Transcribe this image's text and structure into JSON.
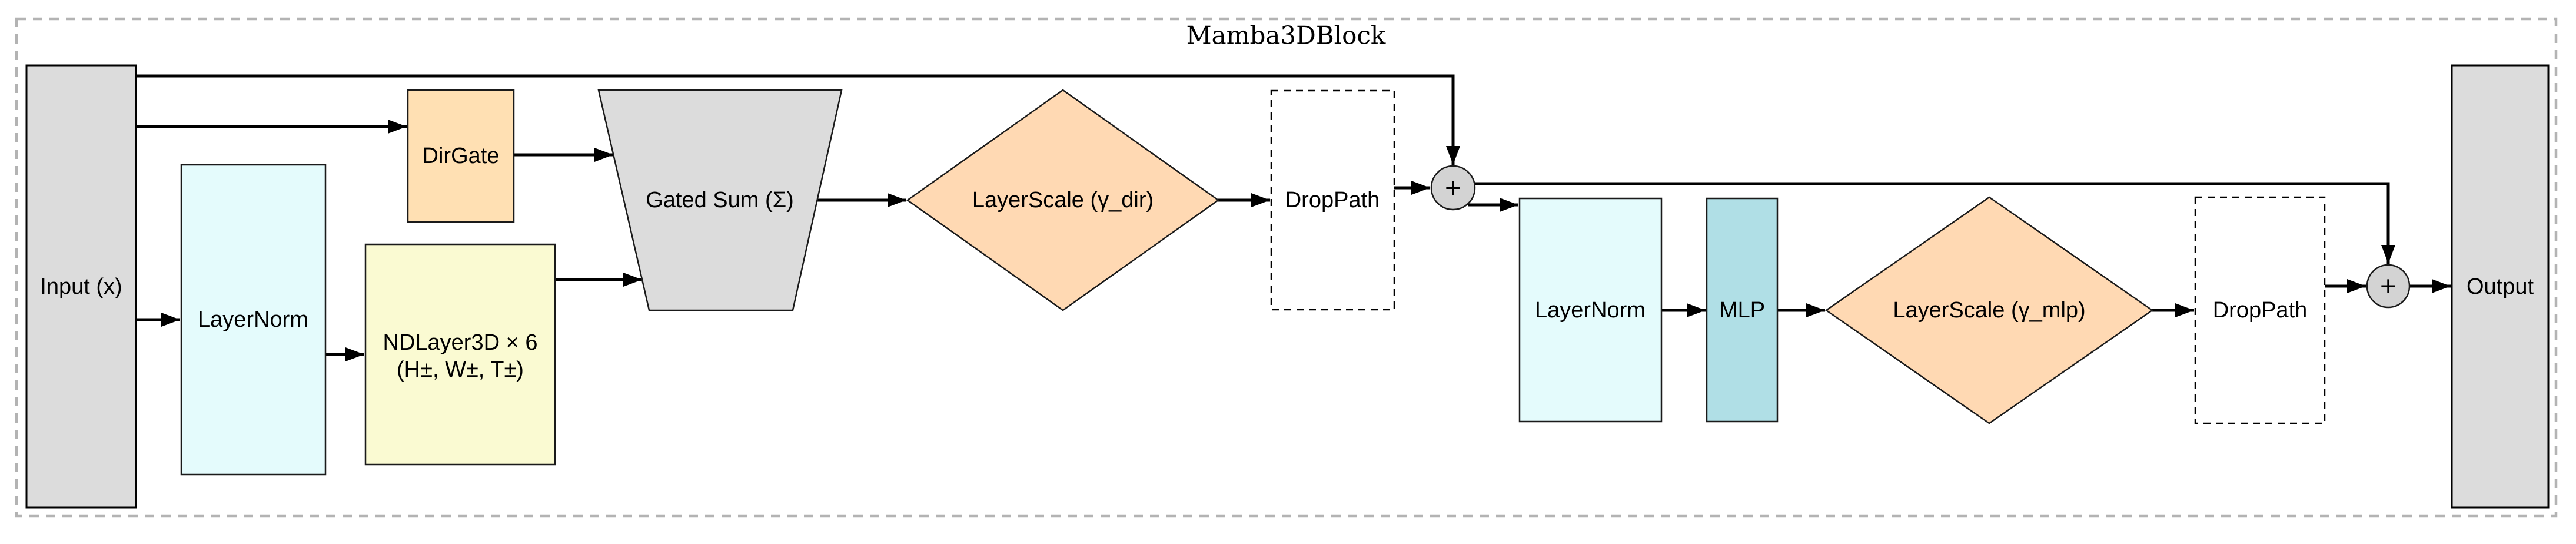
{
  "diagram": {
    "title": "Mamba3DBlock",
    "kind": "neural-network-block-flow"
  },
  "colors": {
    "background": "#ffffff",
    "cluster_border": "#b3b3b3",
    "edge": "#000000",
    "io_gray": "#dcdcdc",
    "sum_circle_gray": "#d3d3d3",
    "trapezoid_gray": "#dcdcdc",
    "layernorm_cyan": "#e4fbfc",
    "mlp_blue": "#b0dfe6",
    "dirgate_orange": "#ffe0b3",
    "layerscale_peach": "#ffd9b3",
    "ndlayer_yellow": "#fafad2"
  },
  "nodes": {
    "input": {
      "label": "Input (x)",
      "shape": "rect",
      "fill": "#dcdcdc"
    },
    "layernorm1": {
      "label": "LayerNorm",
      "shape": "rect",
      "fill": "#e4fbfc"
    },
    "dirgate": {
      "label": "DirGate",
      "shape": "rect",
      "fill": "#ffe0b3"
    },
    "ndlayer3d": {
      "label_line1": "NDLayer3D × 6",
      "label_line2": "(H±, W±, T±)",
      "shape": "rect",
      "fill": "#fafad2"
    },
    "gated_sum": {
      "label": "Gated Sum (Σ)",
      "shape": "trapezoid",
      "fill": "#dcdcdc"
    },
    "layerscale_dir": {
      "label": "LayerScale (γ_dir)",
      "shape": "diamond",
      "fill": "#ffd9b3"
    },
    "droppath1": {
      "label": "DropPath",
      "shape": "dashed-rect",
      "fill": "none"
    },
    "add1": {
      "label": "+",
      "shape": "circle",
      "fill": "#d3d3d3"
    },
    "layernorm2": {
      "label": "LayerNorm",
      "shape": "rect",
      "fill": "#e4fbfc"
    },
    "mlp": {
      "label": "MLP",
      "shape": "rect",
      "fill": "#b0dfe6"
    },
    "layerscale_mlp": {
      "label": "LayerScale (γ_mlp)",
      "shape": "diamond",
      "fill": "#ffd9b3"
    },
    "droppath2": {
      "label": "DropPath",
      "shape": "dashed-rect",
      "fill": "none"
    },
    "add2": {
      "label": "+",
      "shape": "circle",
      "fill": "#d3d3d3"
    },
    "output": {
      "label": "Output",
      "shape": "rect",
      "fill": "#dcdcdc"
    }
  },
  "edges": [
    {
      "from": "input",
      "to": "add1",
      "type": "residual"
    },
    {
      "from": "input",
      "to": "dirgate",
      "type": "flow"
    },
    {
      "from": "input",
      "to": "layernorm1",
      "type": "flow"
    },
    {
      "from": "layernorm1",
      "to": "ndlayer3d",
      "type": "flow"
    },
    {
      "from": "dirgate",
      "to": "gated_sum",
      "type": "flow"
    },
    {
      "from": "ndlayer3d",
      "to": "gated_sum",
      "type": "flow"
    },
    {
      "from": "gated_sum",
      "to": "layerscale_dir",
      "type": "flow"
    },
    {
      "from": "layerscale_dir",
      "to": "droppath1",
      "type": "flow"
    },
    {
      "from": "droppath1",
      "to": "add1",
      "type": "flow"
    },
    {
      "from": "add1",
      "to": "layernorm2",
      "type": "flow"
    },
    {
      "from": "add1",
      "to": "add2",
      "type": "residual"
    },
    {
      "from": "layernorm2",
      "to": "mlp",
      "type": "flow"
    },
    {
      "from": "mlp",
      "to": "layerscale_mlp",
      "type": "flow"
    },
    {
      "from": "layerscale_mlp",
      "to": "droppath2",
      "type": "flow"
    },
    {
      "from": "droppath2",
      "to": "add2",
      "type": "flow"
    },
    {
      "from": "add2",
      "to": "output",
      "type": "flow"
    }
  ]
}
